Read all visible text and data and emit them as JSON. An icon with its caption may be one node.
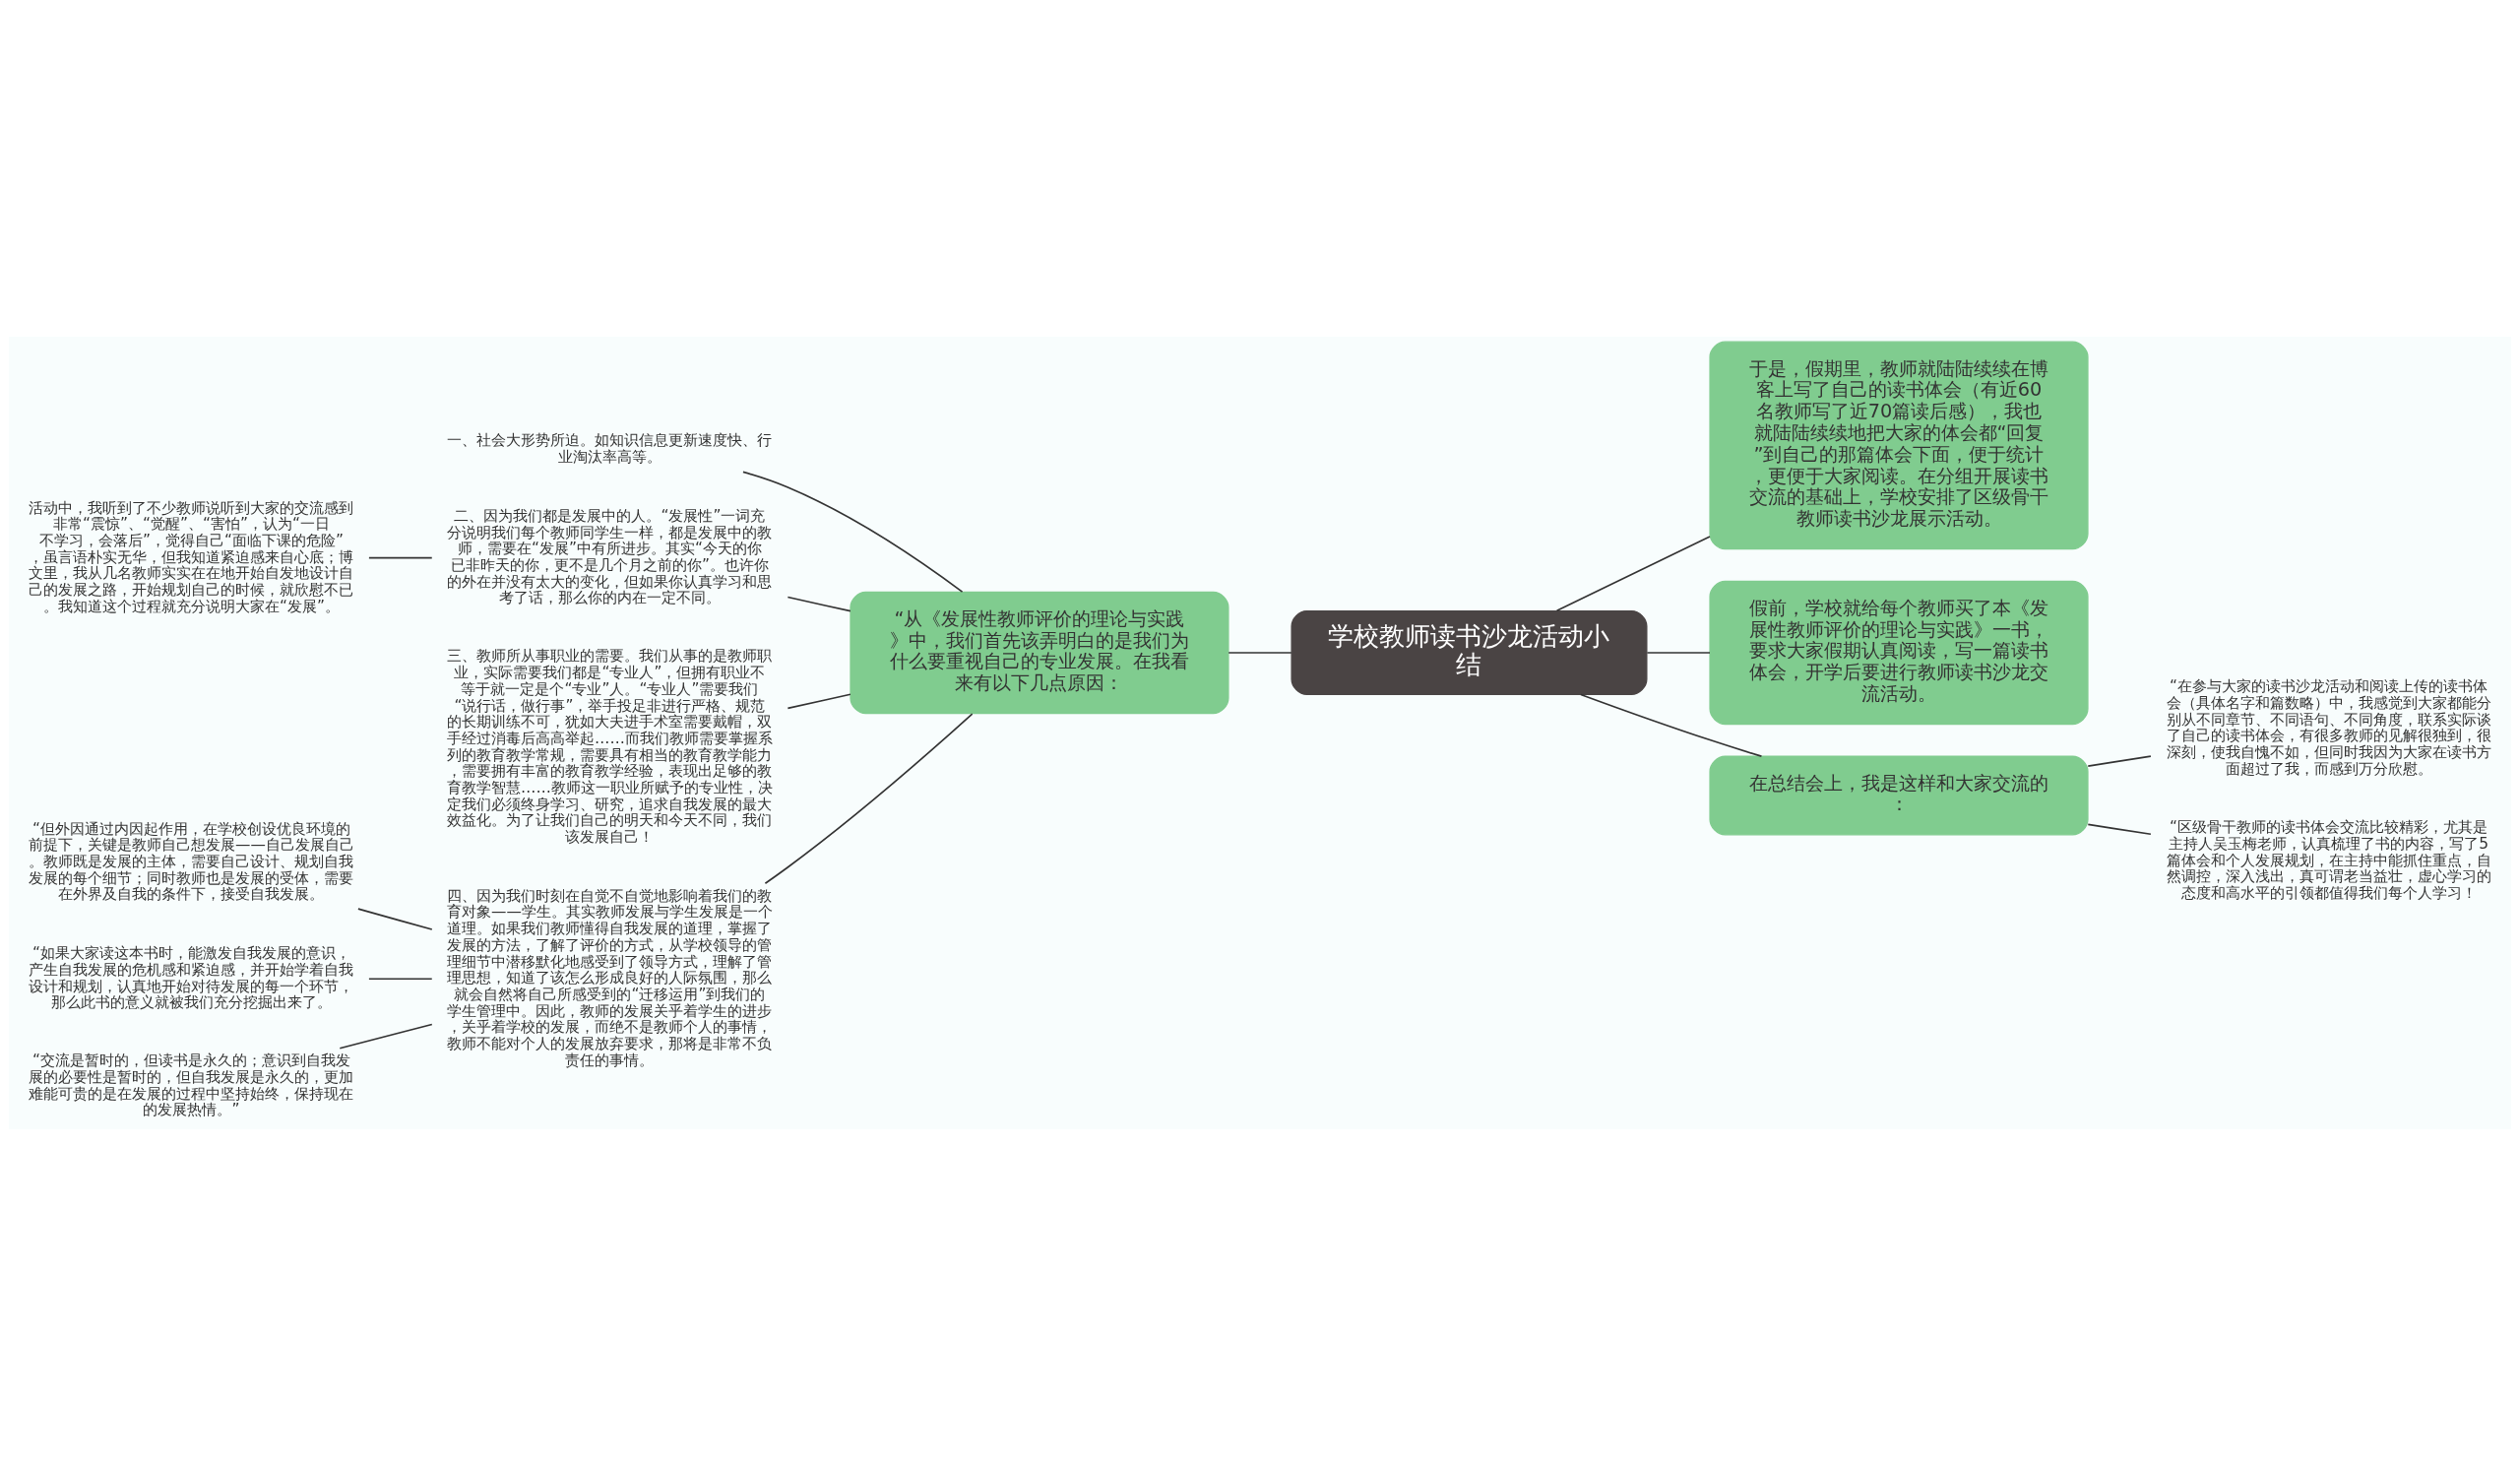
{
  "diagram": {
    "nodes": [
      {
        "text": [
          "学校教师读书沙龙活动小结"
        ]
      },
      {
        "text": [
          "于是，假期里，教师就陆陆续续在博客上写了自己的读书体会（有近60名教师写了近70篇读后感），我也就陆陆续续地把大家的体会都“回复”到自己的那篇体会下面，便于统计，更便于大家阅读。在分组开展读书交流的基础上，学校安排了区级骨干教师读书沙龙展示活动。"
        ]
      },
      {
        "text": [
          "假前，学校就给每个教师买了本《发展性教师评价的理论与实践》一书，要求大家假期认真阅读，写一篇读书体会，开学后要进行教师读书沙龙交流活动。"
        ]
      },
      {
        "text": [
          "在总结会上，我是这样和大家交流的："
        ]
      },
      {
        "text": [
          "“在参与大家的读书沙龙活动和阅读上传的读书体会（具体名字和篇数略）中，我感觉到大家都能分别从不同章节、不同语句、不同角度，联系实际谈了自己的读书体会，有很多教师的见解很独到，很深刻，使我自愧不如，但同时我因为大家在读书方面超过了我，而感到万分欣慰。"
        ]
      },
      {
        "text": [
          "“区级骨干教师的读书体会交流比较精彩，尤其是主持人吴玉梅老师，认真梳理了书的内容，写了5篇体会和个人发展规划，在主持中能抓住重点，自然调控，深入浅出，真可谓老当益壮，虚心学习的态度和高水平的引领都值得我们每个人学习！"
        ]
      },
      {
        "text": [
          "“从《发展性教师评价的理论与实践》中，我们首先该弄明白的是我们为什么要重视自己的专业发展。在我看来有以下几点原因："
        ]
      },
      {
        "text": [
          "一、社会大形势所迫。如知识信息更新速度快、行业淘汰率高等。"
        ]
      },
      {
        "text": [
          "二、因为我们都是发展中的人。“发展性”一词充分说明我们每个教师同学生一样，都是发展中的教师，需要在“发展”中有所进步。其实“今天的你已非昨天的你，更不是几个月之前的你”。也许你的外在并没有太大的变化，但如果你认真学习和思考了话，那么你的内在一定不同。"
        ]
      },
      {
        "text": [
          "三、教师所从事职业的需要。我们从事的是教师职业，实际需要我们都是“专业人”，但拥有职业不等于就一定是个“专业”人。“专业人”需要我们“说行话，做行事”，举手投足非进行严格、规范的长期训练不可，犹如大夫进手术室需要戴帽，双手经过消毒后高高举起……而我们教师需要掌握系列的教育教学常规，需要具有相当的教育教学能力，需要拥有丰富的教育教学经验，表现出足够的教育教学智慧……教师这一职业所赋予的专业性，决定我们必须终身学习、研究，追求自我发展的最大效益化。为了让我们自己的明天和今天不同，我们该发展自己！"
        ]
      },
      {
        "text": [
          "四、因为我们时刻在自觉不自觉地影响着我们的教育对象——学生。其实教师发展与学生发展是一个道理。如果我们教师懂得自我发展的道理，掌握了发展的方法，了解了评价的方式，从学校领导的管理细节中潜移默化地感受到了领导方式，理解了管理思想，知道了该怎么形成良好的人际氛围，那么就会自然将自己所感受到的“迁移运用”到我们的学生管理中。因此，教师的发展关乎着学生的进步，关乎着学校的发展，而绝不是教师个人的事情，教师不能对个人的发展放弃要求，那将是非常不负责任的事情。"
        ]
      },
      {
        "text": [
          "活动中，我听到了不少教师说听到大家的交流感到非常“震惊”、“觉醒”、“害怕”，认为“一日不学习，会落后”，觉得自己“面临下课的危险”，虽言语朴实无华，但我知道紧迫感来自心底；博文里，我从几名教师实实在在地开始自发地设计自己的发展之路，开始规划自己的时候，就欣慰不已。我知道这个过程就充分说明大家在“发展”。"
        ]
      },
      {
        "text": [
          "“但外因通过内因起作用，在学校创设优良环境的前提下，关键是教师自己想发展——自己发展自己。教师既是发展的主体，需要自己设计、规划自我发展的每个细节；同时教师也是发展的受体，需要在外界及自我的条件下，接受自我发展。"
        ]
      },
      {
        "text": [
          "“如果大家读这本书时，能激发自我发展的意识，产生自我发展的危机感和紧迫感，并开始学着自我设计和规划，认真地开始对待发展的每一个环节，那么此书的意义就被我们充分挖掘出来了。"
        ]
      },
      {
        "text": [
          "“交流是暂时的，但读书是永久的；意识到自我发展的必要性是暂时的，但自我发展是永久的，更加难能可贵的是在发展的过程中坚持始终，保持现在的发展热情。”"
        ]
      }
    ],
    "edges": [
      {
        "from": 0,
        "to": 1,
        "arrow": "none"
      },
      {
        "from": 0,
        "to": 2,
        "arrow": "none"
      },
      {
        "from": 0,
        "to": 3,
        "arrow": "none"
      },
      {
        "from": 3,
        "to": 4,
        "arrow": "none"
      },
      {
        "from": 3,
        "to": 5,
        "arrow": "none"
      },
      {
        "from": 0,
        "to": 6,
        "arrow": "none"
      },
      {
        "from": 6,
        "to": 7,
        "arrow": "none"
      },
      {
        "from": 6,
        "to": 8,
        "arrow": "none"
      },
      {
        "from": 8,
        "to": 11,
        "arrow": "none"
      },
      {
        "from": 6,
        "to": 9,
        "arrow": "none"
      },
      {
        "from": 6,
        "to": 10,
        "arrow": "none"
      },
      {
        "from": 10,
        "to": 12,
        "arrow": "none"
      },
      {
        "from": 10,
        "to": 13,
        "arrow": "none"
      },
      {
        "from": 10,
        "to": 14,
        "arrow": "none"
      }
    ]
  }
}
